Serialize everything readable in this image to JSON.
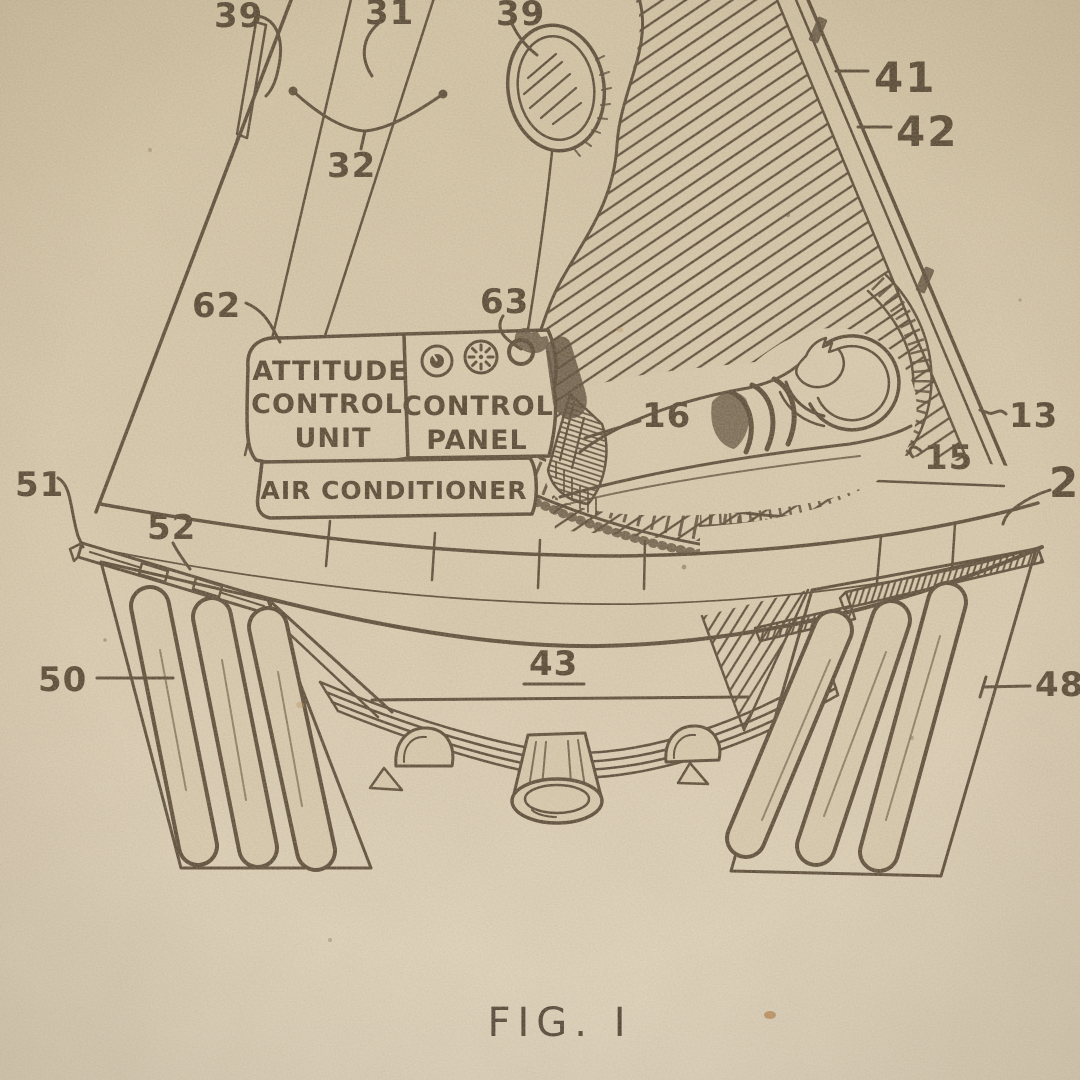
{
  "figure_caption": "FIG. I",
  "refs": {
    "antenna_left": "39",
    "band_31": "31",
    "porthole": "39",
    "outer_wall_41": "41",
    "wall_layer_42": "42",
    "band_32": "32",
    "attitude_unit_62": "62",
    "control_panel_63": "63",
    "astronaut_16": "16",
    "wall_13": "13",
    "couch_15": "15",
    "shell_2": "2",
    "strap_51": "51",
    "strap_52": "52",
    "fin_left_50": "50",
    "fin_right_48": "48",
    "retro_pack_43": "43"
  },
  "equipment": {
    "attitude_unit": [
      "ATTITUDE",
      "CONTROL",
      "UNIT"
    ],
    "control_panel": [
      "CONTROL",
      "PANEL"
    ],
    "air_conditioner": "AIR CONDITIONER"
  },
  "colors": {
    "ink": "#4c3b27",
    "paper": "#d9c9ab"
  }
}
